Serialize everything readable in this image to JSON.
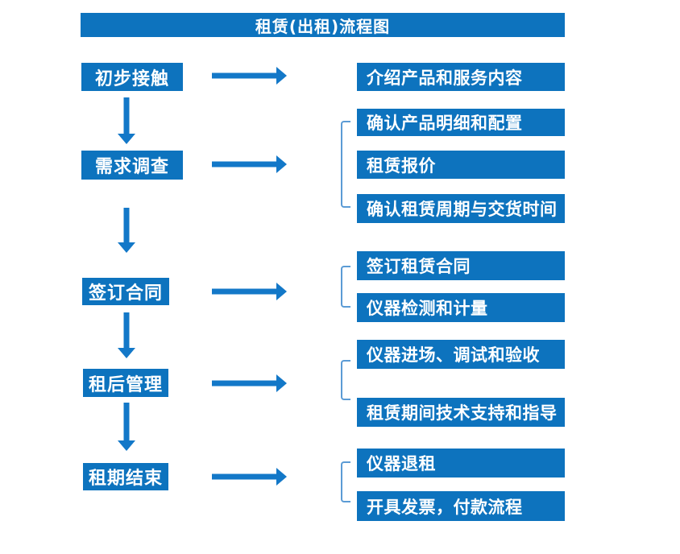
{
  "title": "租赁(出租)流程图",
  "colors": {
    "box_blue": "#0d73be",
    "arrow_blue": "#1378c8",
    "bracket_blue": "#5b9bd5",
    "text_white": "#ffffff",
    "background": "#ffffff"
  },
  "steps": [
    {
      "label": "初步接触"
    },
    {
      "label": "需求调查"
    },
    {
      "label": "签订合同"
    },
    {
      "label": "租后管理"
    },
    {
      "label": "租期结束"
    }
  ],
  "groups": [
    {
      "items": [
        {
          "label": "介绍产品和服务内容"
        }
      ]
    },
    {
      "items": [
        {
          "label": "确认产品明细和配置"
        },
        {
          "label": "租赁报价"
        },
        {
          "label": "确认租赁周期与交货时间"
        }
      ]
    },
    {
      "items": [
        {
          "label": "签订租赁合同"
        },
        {
          "label": "仪器检测和计量"
        }
      ]
    },
    {
      "items": [
        {
          "label": "仪器进场、调试和验收"
        },
        {
          "label": "租赁期间技术支持和指导"
        }
      ]
    },
    {
      "items": [
        {
          "label": "仪器退租"
        },
        {
          "label": "开具发票，付款流程"
        }
      ]
    }
  ]
}
